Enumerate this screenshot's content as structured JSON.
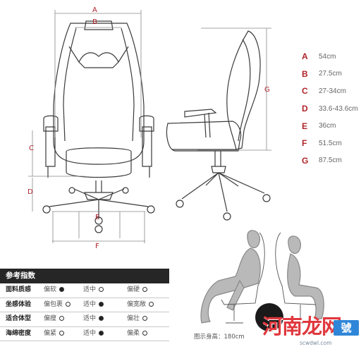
{
  "front_view_labels": {
    "A": "A",
    "B": "B",
    "C": "C",
    "D": "D",
    "E": "E",
    "F": "F"
  },
  "side_view_labels": {
    "G": "G"
  },
  "dimensions": [
    {
      "letter": "A",
      "value": "54cm"
    },
    {
      "letter": "B",
      "value": "27.5cm"
    },
    {
      "letter": "C",
      "value": "27-34cm"
    },
    {
      "letter": "D",
      "value": "33.6-43.6cm"
    },
    {
      "letter": "E",
      "value": "36cm"
    },
    {
      "letter": "F",
      "value": "51.5cm"
    },
    {
      "letter": "G",
      "value": "87.5cm"
    }
  ],
  "reference": {
    "title": "参考指数",
    "rows": [
      {
        "category": "面料质感",
        "options": [
          {
            "label": "偏软",
            "filled": true
          },
          {
            "label": "适中",
            "filled": false
          },
          {
            "label": "偏硬",
            "filled": false
          }
        ]
      },
      {
        "category": "坐感体验",
        "options": [
          {
            "label": "偏包裹",
            "filled": false
          },
          {
            "label": "适中",
            "filled": true
          },
          {
            "label": "偏宽敞",
            "filled": false
          }
        ]
      },
      {
        "category": "适合体型",
        "options": [
          {
            "label": "偏瘦",
            "filled": false
          },
          {
            "label": "适中",
            "filled": true
          },
          {
            "label": "偏壮",
            "filled": false
          }
        ]
      },
      {
        "category": "海绵密度",
        "options": [
          {
            "label": "偏紧",
            "filled": false
          },
          {
            "label": "适中",
            "filled": true
          },
          {
            "label": "偏柔",
            "filled": false
          }
        ]
      }
    ]
  },
  "height_note": "图示身高：180cm",
  "watermark": {
    "text": "河南龙网",
    "tag": "號",
    "url": "scwdwl.com"
  },
  "colors": {
    "accent": "#b0242b",
    "header_bg": "#262626",
    "line": "#333333"
  }
}
